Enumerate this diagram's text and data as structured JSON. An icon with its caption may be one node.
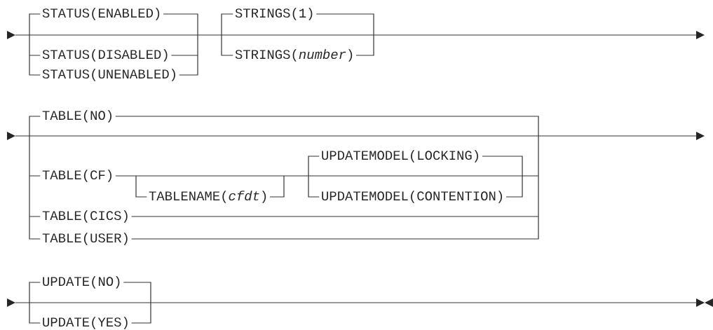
{
  "diagram": {
    "labels": [
      "STATUS(ENABLED)",
      "STRINGS(1)",
      "STATUS(DISABLED)",
      "STRINGS(*number*)",
      "STATUS(UNENABLED)",
      "TABLE(NO)",
      "UPDATEMODEL(LOCKING)",
      "TABLE(CF)",
      "TABLENAME(*cfdt*)",
      "UPDATEMODEL(CONTENTION)",
      "TABLE(CICS)",
      "TABLE(USER)",
      "UPDATE(NO)",
      "UPDATE(YES)"
    ]
  }
}
